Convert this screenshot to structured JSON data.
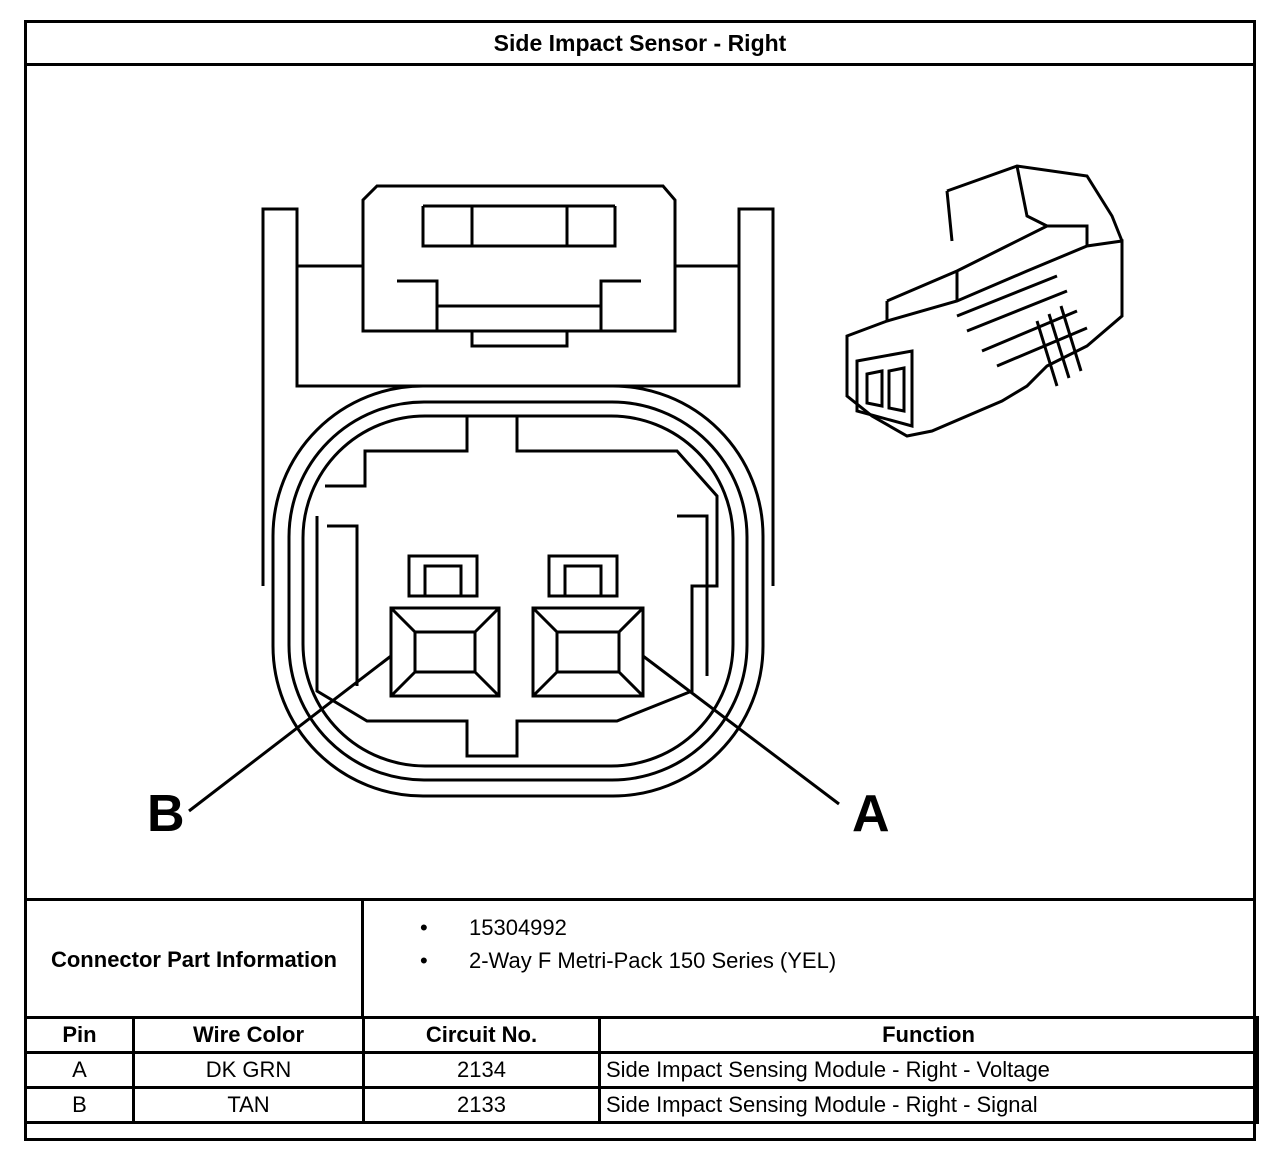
{
  "title": "Side Impact Sensor - Right",
  "pin_labels": {
    "b": "B",
    "a": "A"
  },
  "connector_info": {
    "label": "Connector Part Information",
    "items": [
      "15304992",
      "2-Way F Metri-Pack 150 Series (YEL)"
    ]
  },
  "pin_table": {
    "headers": {
      "pin": "Pin",
      "wire_color": "Wire Color",
      "circuit": "Circuit No.",
      "function": "Function"
    },
    "rows": [
      {
        "pin": "A",
        "wire_color": "DK GRN",
        "circuit": "2134",
        "function": "Side Impact Sensing Module - Right - Voltage"
      },
      {
        "pin": "B",
        "wire_color": "TAN",
        "circuit": "2133",
        "function": "Side Impact Sensing Module - Right - Signal"
      }
    ]
  }
}
